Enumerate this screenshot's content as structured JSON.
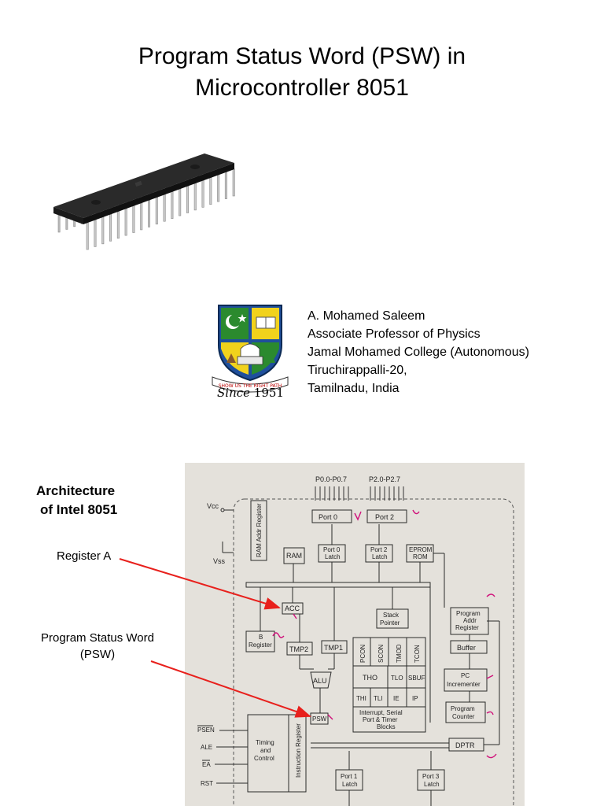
{
  "title": {
    "line1": "Program Status Word (PSW)  in",
    "line2": "Microcontroller 8051"
  },
  "logo": {
    "banner_text": "SHOW US THE RIGHT PATH",
    "since_word": "Since",
    "since_year": "1951"
  },
  "author": {
    "name": "A.   Mohamed Saleem",
    "position": "Associate Professor of Physics",
    "college": "Jamal Mohamed College (Autonomous)",
    "city": "Tiruchirappalli-20,",
    "state": "Tamilnadu, India"
  },
  "diagram": {
    "heading_line1": "Architecture",
    "heading_line2": "of Intel 8051",
    "callout_register_a": "Register A",
    "callout_psw_line1": "Program Status Word",
    "callout_psw_line2": "(PSW)",
    "ports_top_left": "P0.0-P0.7",
    "ports_top_right": "P2.0-P2.7",
    "vcc": "Vcc",
    "vss": "Vss",
    "port0": "Port 0",
    "port2": "Port 2",
    "ram_addr": "RAM Addr Register",
    "ram": "RAM",
    "port0_latch_1": "Port 0",
    "port0_latch_2": "Latch",
    "port2_latch_1": "Port 2",
    "port2_latch_2": "Latch",
    "eprom_1": "EPROM",
    "eprom_2": "ROM",
    "acc": "ACC",
    "stack_1": "Stack",
    "stack_2": "Pointer",
    "prog_addr_1": "Program",
    "prog_addr_2": "Addr",
    "prog_addr_3": "Register",
    "b_reg_1": "B",
    "b_reg_2": "Register",
    "tmp2": "TMP2",
    "tmp1": "TMP1",
    "pcon": "PCON",
    "scon": "SCON",
    "tmod": "TMOD",
    "tcon": "TCON",
    "buffer": "Buffer",
    "tho": "THO",
    "tlo": "TLO",
    "sbuf": "SBUF",
    "alu": "ALU",
    "pc_inc_1": "PC",
    "pc_inc_2": "Incrementer",
    "thi": "THI",
    "tli": "TLI",
    "ie": "IE",
    "ip": "IP",
    "interrupt_1": "Interrupt, Serial",
    "interrupt_2": "Port & Timer",
    "interrupt_3": "Blocks",
    "psw": "PSW",
    "prog_counter_1": "Program",
    "prog_counter_2": "Counter",
    "psen": "PSEN",
    "ale": "ALE",
    "ea": "EA",
    "rst": "RST",
    "timing_1": "Timing",
    "timing_2": "and",
    "timing_3": "Control",
    "instr_reg": "Instruction Register",
    "dptr": "DPTR",
    "port1_latch_1": "Port 1",
    "port1_latch_2": "Latch",
    "port3_latch_1": "Port 3",
    "port3_latch_2": "Latch"
  },
  "colors": {
    "callout_arrow": "#e8201c",
    "handwriting": "#d0107a",
    "logo_green": "#2b8a2e",
    "logo_yellow": "#f1d21c",
    "logo_blue": "#1f4f9c"
  }
}
